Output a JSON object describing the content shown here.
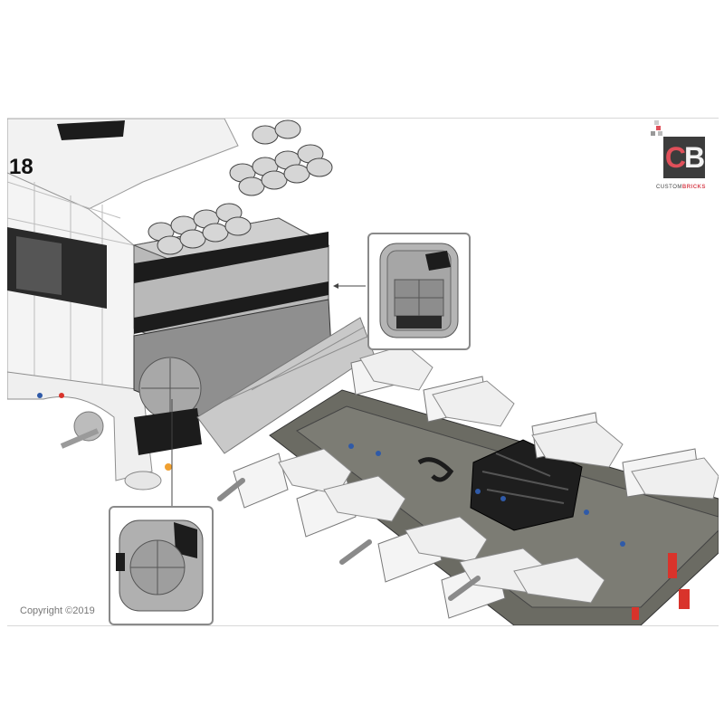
{
  "step": {
    "number": "18"
  },
  "logo": {
    "letters_c": "C",
    "letters_b": "B",
    "caption_main": "CUSTOM",
    "caption_accent": "BRICKS"
  },
  "footer": {
    "copyright": "Copyright ©2019"
  },
  "colors": {
    "brick_white": "#f4f4f4",
    "brick_light_gray": "#c8c8c8",
    "brick_mid_gray": "#a0a0a0",
    "brick_dark_gray": "#6b6b63",
    "brick_black": "#1c1c1c",
    "accent_red": "#d9332b",
    "accent_blue": "#2f5aa8",
    "accent_orange": "#f0a030",
    "logo_red": "#e0505a",
    "logo_dark": "#3c3c3c",
    "callout_border": "#8a8a8a"
  }
}
